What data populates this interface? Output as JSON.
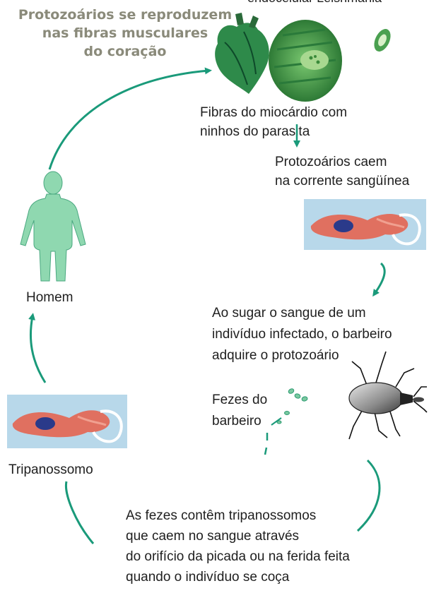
{
  "header": {
    "title_lines": [
      "Protozoários se reproduzem",
      "nas fibras musculares",
      "do coração"
    ],
    "clipped_caption": "endocelular Leishmania"
  },
  "labels": {
    "fibras": [
      "Fibras do miocárdio com",
      "ninhos do parasita"
    ],
    "caem": [
      "Protozoários caem",
      "na corrente sangüínea"
    ],
    "homem": "Homem",
    "sugar": [
      "Ao sugar o sangue de um",
      "indivíduo infectado, o barbeiro",
      "adquire o protozoário"
    ],
    "fezes": [
      "Fezes do",
      "barbeiro"
    ],
    "tripanossomo": "Tripanossomo",
    "bottom": [
      "As fezes contêm tripanossomos",
      "que caem no sangue através",
      "do orifício da picada ou na ferida feita",
      "quando o indivíduo se coça"
    ]
  },
  "colors": {
    "arrow": "#1a9a7a",
    "human": "#8fd8b0",
    "heart": "#2e8a4a",
    "tissue": "#3aa04a",
    "blood_bg": "#b8d8ea",
    "parasite": "#e07060",
    "nucleus": "#2a3a8a",
    "beetle": "#6a6a6a"
  }
}
